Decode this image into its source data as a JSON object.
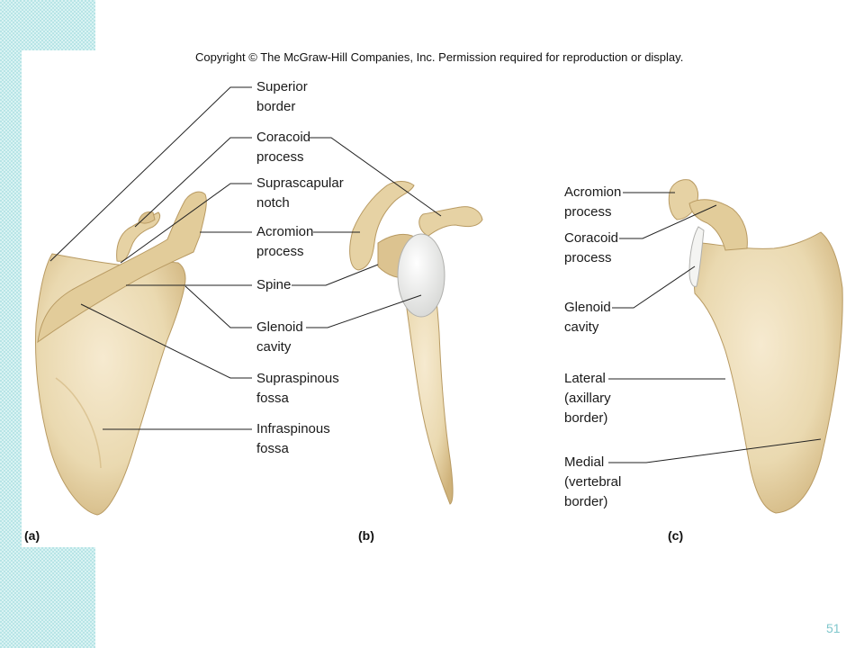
{
  "copyright": "Copyright © The McGraw-Hill Companies, Inc. Permission required for reproduction or display.",
  "labels_a": {
    "superior_border": [
      "Superior",
      "border"
    ],
    "coracoid_process": [
      "Coracoid",
      "process"
    ],
    "suprascapular_notch": [
      "Suprascapular",
      "notch"
    ],
    "acromion_process": [
      "Acromion",
      "process"
    ],
    "spine": [
      "Spine"
    ],
    "glenoid_cavity": [
      "Glenoid",
      "cavity"
    ],
    "supraspinous_fossa": [
      "Supraspinous",
      "fossa"
    ],
    "infraspinous_fossa": [
      "Infraspinous",
      "fossa"
    ]
  },
  "labels_c": {
    "acromion_process": [
      "Acromion",
      "process"
    ],
    "coracoid_process": [
      "Coracoid",
      "process"
    ],
    "glenoid_cavity": [
      "Glenoid",
      "cavity"
    ],
    "lateral_border": [
      "Lateral",
      "(axillary",
      "border)"
    ],
    "medial_border": [
      "Medial",
      "(vertebral",
      "border)"
    ]
  },
  "panels": {
    "a": "(a)",
    "b": "(b)",
    "c": "(c)"
  },
  "slide_number": "51",
  "colors": {
    "bone": "#ead9b0",
    "bone_shade": "#d6bd8a",
    "cartilage": "#f2f2f0",
    "accent": "#7fc7cc"
  }
}
